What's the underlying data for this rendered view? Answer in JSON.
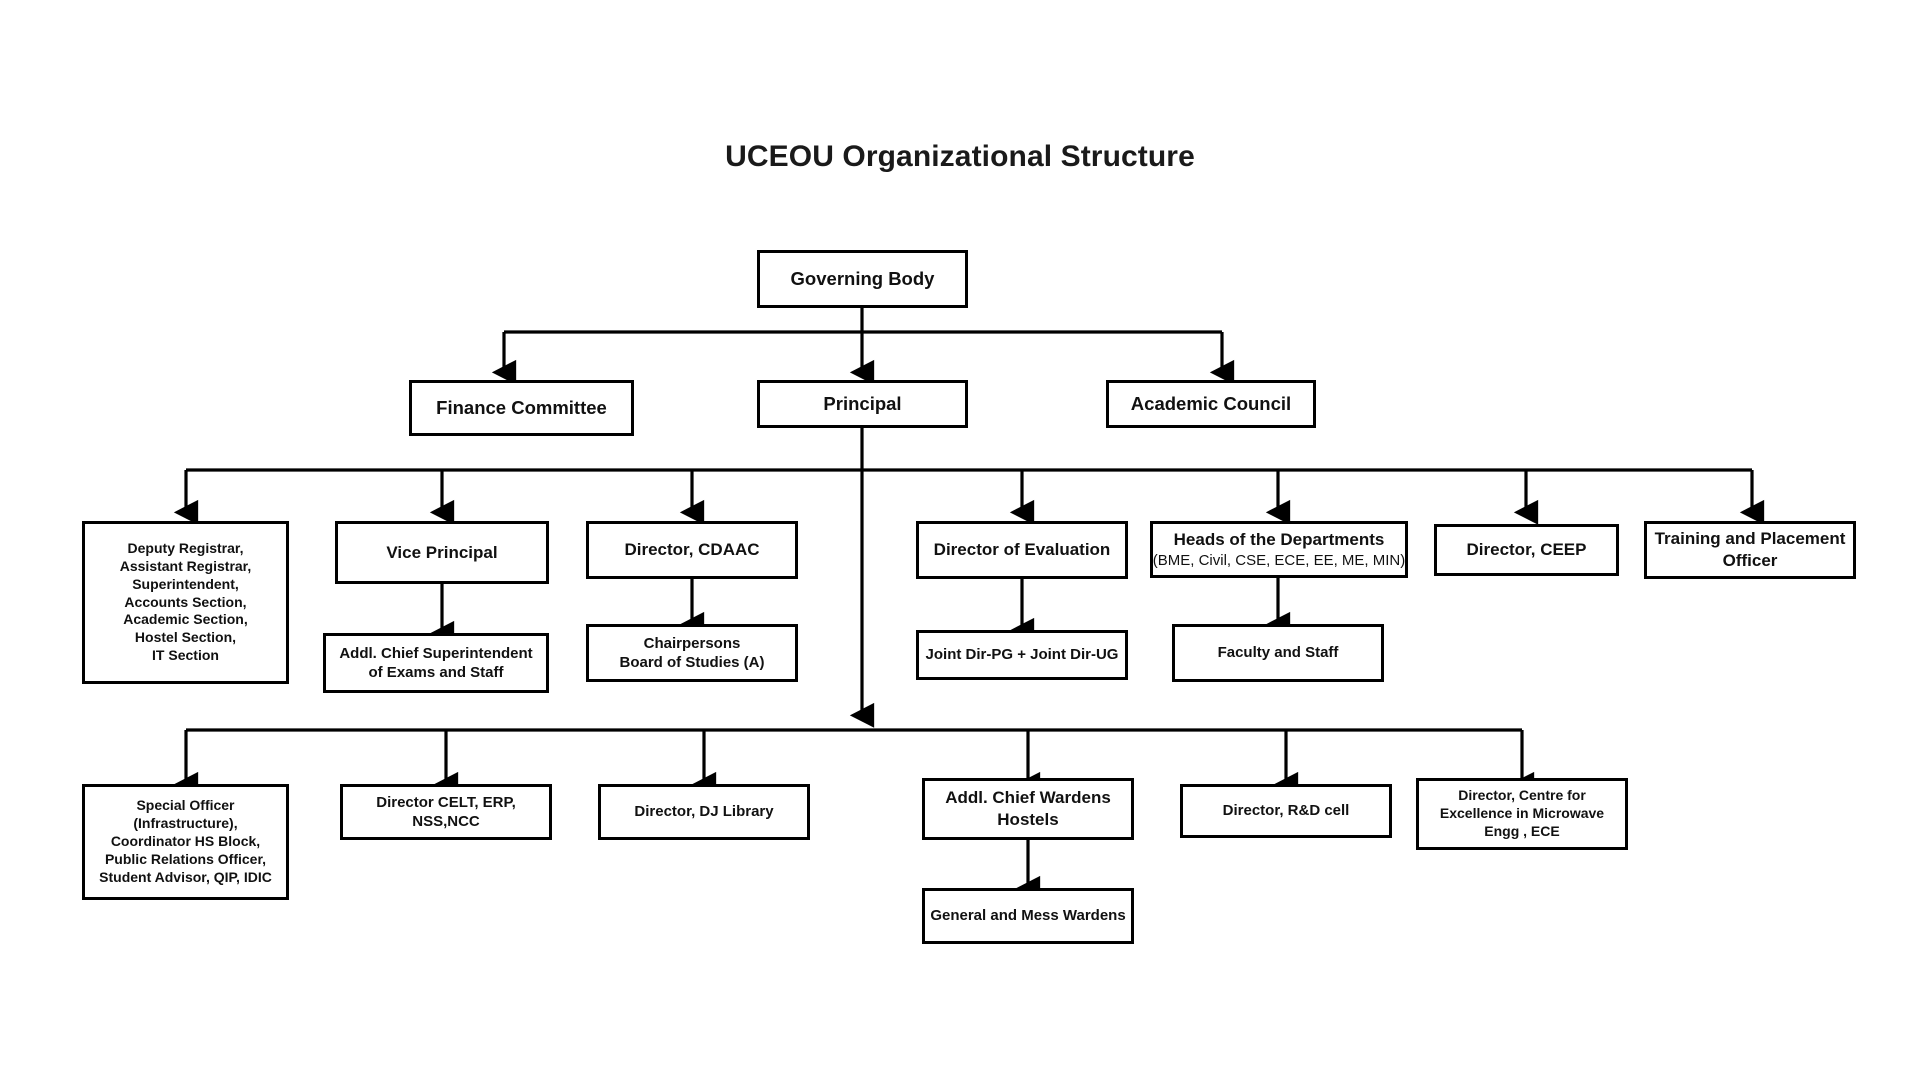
{
  "chart_data": {
    "type": "diagram",
    "diagram_kind": "organizational-chart",
    "title": "UCEOU Organizational Structure",
    "orientation": "top-down",
    "background_color": "#ffffff",
    "box_border_color": "#000000",
    "connector_color": "#000000",
    "levels": [
      [
        "Governing Body"
      ],
      [
        "Finance Committee",
        "Principal",
        "Academic Council"
      ],
      [
        "Deputy Registrar, Assistant Registrar, Superintendent, Accounts Section, Academic Section, Hostel Section, IT Section",
        "Vice Principal",
        "Director, CDAAC",
        "Director of Evaluation",
        "Heads of the Departments (BME, Civil, CSE, ECE, EE, ME, MIN)",
        "Director, CEEP",
        "Training and Placement Officer"
      ],
      [
        "Addl. Chief Superintendent of Exams and Staff",
        "Chairpersons Board of Studies (A)",
        "Joint Dir-PG + Joint Dir-UG",
        "Faculty and Staff"
      ],
      [
        "Special Officer (Infrastructure), Coordinator HS Block, Public Relations Officer, Student Advisor, QIP, IDIC",
        "Director CELT, ERP, NSS,NCC",
        "Director, DJ Library",
        "Addl. Chief Wardens Hostels",
        "Director, R&D cell",
        "Director, Centre for Excellence in Microwave Engg , ECE"
      ],
      [
        "General and Mess Wardens"
      ]
    ],
    "edges": [
      {
        "from": "Governing Body",
        "to": "Finance Committee"
      },
      {
        "from": "Governing Body",
        "to": "Principal"
      },
      {
        "from": "Governing Body",
        "to": "Academic Council"
      },
      {
        "from": "Principal",
        "to": "Deputy Registrar, Assistant Registrar, Superintendent, Accounts Section, Academic Section, Hostel Section, IT Section"
      },
      {
        "from": "Principal",
        "to": "Vice Principal"
      },
      {
        "from": "Principal",
        "to": "Director, CDAAC"
      },
      {
        "from": "Principal",
        "to": "Director of Evaluation"
      },
      {
        "from": "Principal",
        "to": "Heads of the Departments"
      },
      {
        "from": "Principal",
        "to": "Director, CEEP"
      },
      {
        "from": "Principal",
        "to": "Training and Placement Officer"
      },
      {
        "from": "Vice Principal",
        "to": "Addl. Chief Superintendent of Exams and Staff"
      },
      {
        "from": "Director, CDAAC",
        "to": "Chairpersons Board of Studies (A)"
      },
      {
        "from": "Director of Evaluation",
        "to": "Joint Dir-PG + Joint Dir-UG"
      },
      {
        "from": "Heads of the Departments",
        "to": "Faculty and Staff"
      },
      {
        "from": "Principal",
        "to": "Special Officer (Infrastructure), Coordinator HS Block, Public Relations Officer, Student Advisor, QIP, IDIC"
      },
      {
        "from": "Principal",
        "to": "Director CELT, ERP, NSS,NCC"
      },
      {
        "from": "Principal",
        "to": "Director, DJ Library"
      },
      {
        "from": "Principal",
        "to": "Addl. Chief Wardens Hostels"
      },
      {
        "from": "Principal",
        "to": "Director, R&D cell"
      },
      {
        "from": "Principal",
        "to": "Director, Centre for Excellence in Microwave Engg , ECE"
      },
      {
        "from": "Addl. Chief Wardens Hostels",
        "to": "General and Mess Wardens"
      }
    ]
  },
  "nodes": {
    "governing_body": {
      "label": "Governing Body"
    },
    "finance_committee": {
      "label": "Finance Committee"
    },
    "principal": {
      "label": "Principal"
    },
    "academic_council": {
      "label": "Academic Council"
    },
    "registrar_block": {
      "lines": [
        "Deputy Registrar,",
        "Assistant Registrar,",
        "Superintendent,",
        "Accounts Section,",
        "Academic Section,",
        "Hostel Section,",
        "IT Section"
      ]
    },
    "vice_principal": {
      "label": "Vice Principal"
    },
    "addl_chief_superintendent": {
      "lines": [
        "Addl. Chief Superintendent",
        "of Exams and Staff"
      ]
    },
    "director_cdaac": {
      "label": "Director, CDAAC"
    },
    "chairpersons_bos": {
      "lines": [
        "Chairpersons",
        "Board of Studies (A)"
      ]
    },
    "director_of_evaluation": {
      "label": "Director of Evaluation"
    },
    "joint_directors": {
      "label": "Joint Dir-PG + Joint Dir-UG"
    },
    "heads_of_departments": {
      "label": "Heads of the Departments",
      "sub": "(BME, Civil, CSE, ECE, EE, ME, MIN)"
    },
    "faculty_and_staff": {
      "label": "Faculty and Staff"
    },
    "director_ceep": {
      "label": "Director, CEEP"
    },
    "training_placement_officer": {
      "lines": [
        "Training and Placement",
        "Officer"
      ]
    },
    "special_officer_block": {
      "lines": [
        "Special Officer",
        "(Infrastructure),",
        "Coordinator HS Block,",
        "Public Relations Officer,",
        "Student Advisor, QIP, IDIC"
      ]
    },
    "director_celt": {
      "lines": [
        "Director CELT, ERP,",
        "NSS,NCC"
      ]
    },
    "director_dj_library": {
      "label": "Director, DJ Library"
    },
    "addl_chief_wardens": {
      "lines": [
        "Addl. Chief Wardens",
        "Hostels"
      ]
    },
    "general_mess_wardens": {
      "label": "General and Mess Wardens"
    },
    "director_rnd_cell": {
      "label": "Director, R&D cell"
    },
    "director_microwave": {
      "lines": [
        "Director, Centre for",
        "Excellence in Microwave",
        "Engg , ECE"
      ]
    }
  }
}
